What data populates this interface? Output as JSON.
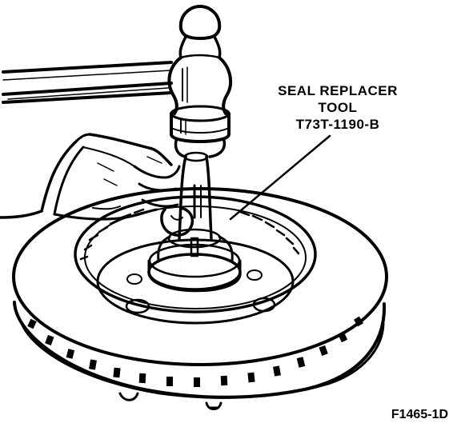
{
  "callout": {
    "line1": "SEAL REPLACER",
    "line2": "TOOL",
    "line3": "T73T-1190-B"
  },
  "figure_id": "F1465-1D",
  "colors": {
    "ink": "#000000",
    "paper": "#ffffff"
  }
}
